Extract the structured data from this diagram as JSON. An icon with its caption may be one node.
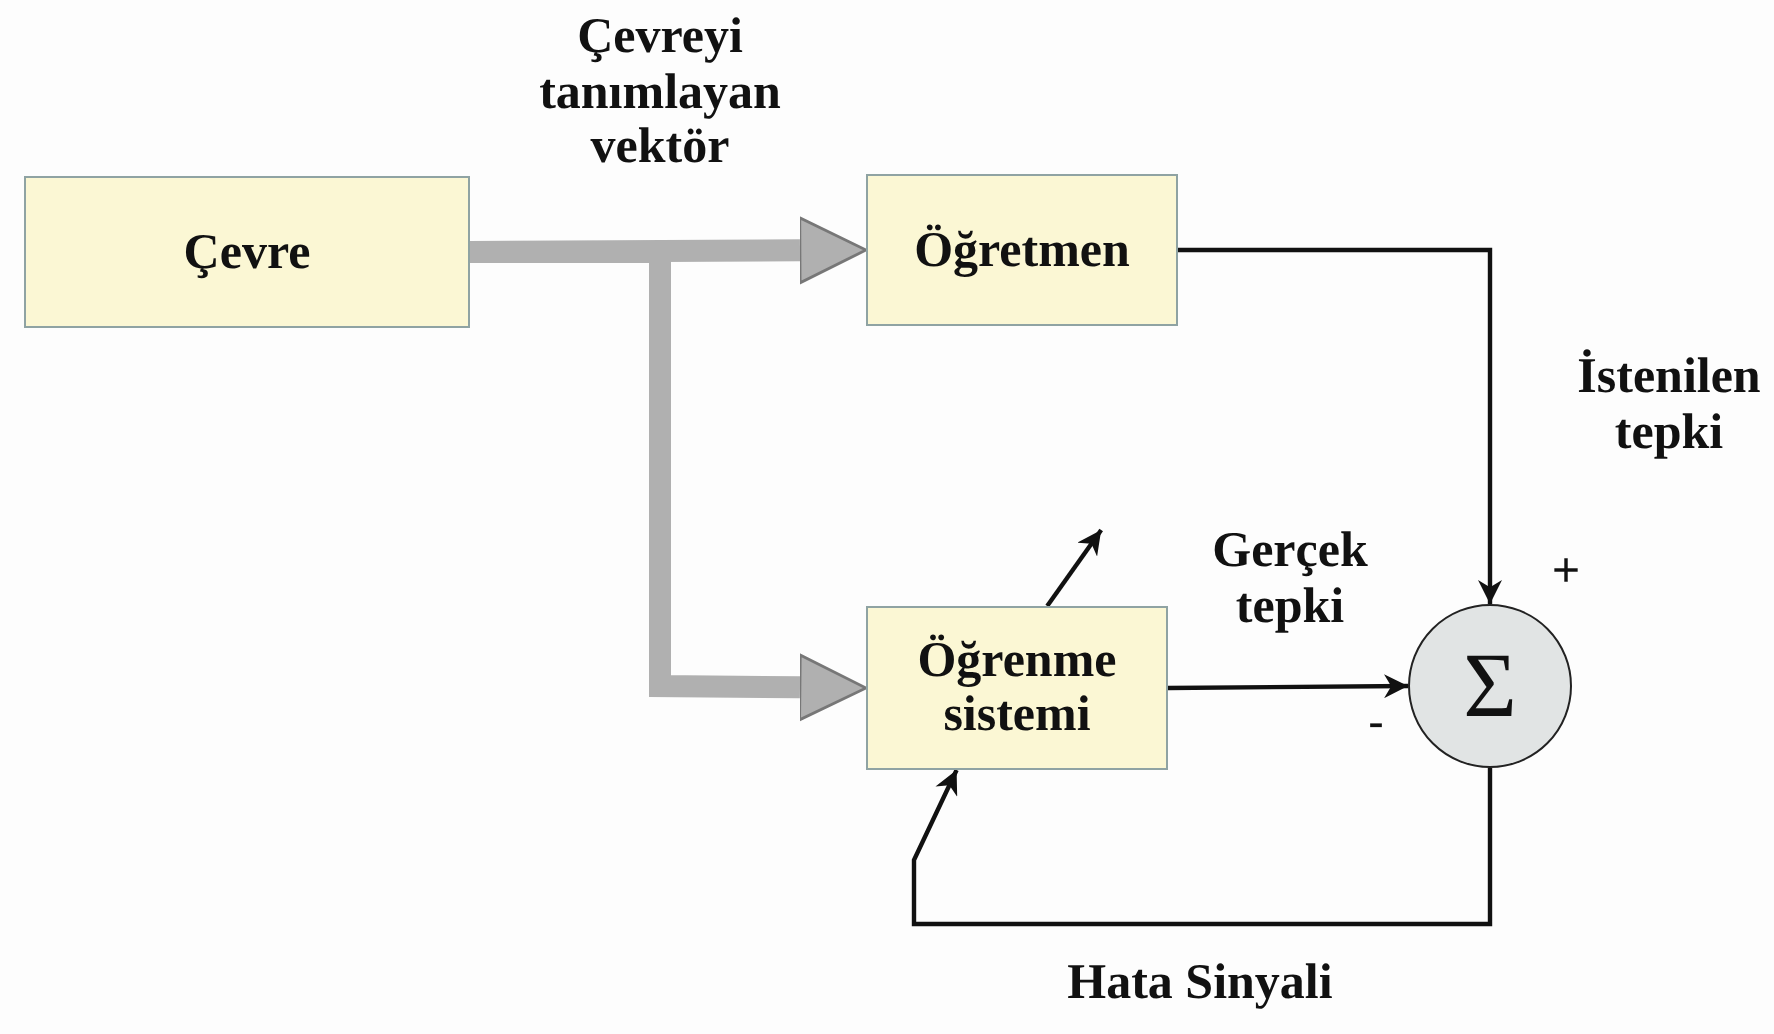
{
  "diagram": {
    "nodes": [
      {
        "text": [
          "Çevre"
        ]
      },
      {
        "text": [
          "Öğretmen"
        ]
      },
      {
        "text": [
          "Öğrenme sistemi"
        ]
      },
      {
        "text": [
          "Σ"
        ]
      }
    ],
    "edges": [
      {
        "from": 0,
        "to": 1,
        "arrow": "to",
        "label": "Çevreyi tanımlayan vektör",
        "style": "thick",
        "color": "#b0b0b0"
      },
      {
        "from": 0,
        "to": 2,
        "arrow": "to",
        "style": "thick",
        "color": "#b0b0b0"
      },
      {
        "from": 1,
        "to": 3,
        "arrow": "to",
        "label": "İstenilen tepki"
      },
      {
        "from": 2,
        "to": 3,
        "arrow": "to",
        "label": "Gerçek tepki"
      },
      {
        "from": 3,
        "to": 2,
        "arrow": "to",
        "label": "Hata Sinyali"
      },
      {
        "from": 2,
        "to": null,
        "arrow": "to"
      }
    ],
    "labels": [
      "+",
      "-"
    ]
  }
}
